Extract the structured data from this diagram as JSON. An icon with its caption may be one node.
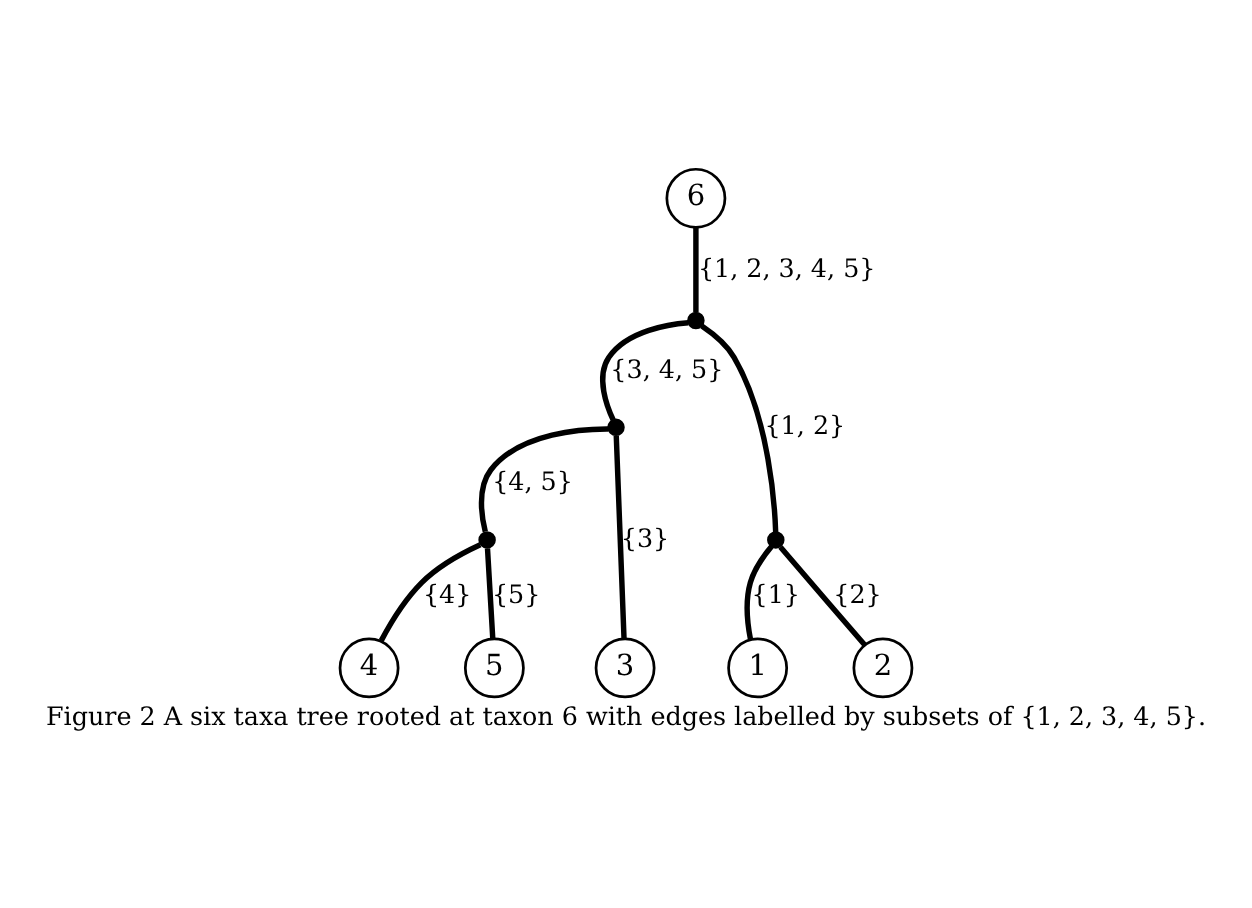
{
  "diagram": {
    "caption": "Figure 2 A six taxa tree rooted at taxon 6 with edges labelled by subsets of {1, 2, 3, 4, 5}.",
    "nodes": [
      {
        "text": [
          "6"
        ]
      },
      {
        "text": [],
        "shape": "dot"
      },
      {
        "text": [],
        "shape": "dot"
      },
      {
        "text": [],
        "shape": "dot"
      },
      {
        "text": [],
        "shape": "dot"
      },
      {
        "text": [
          "1"
        ]
      },
      {
        "text": [
          "2"
        ]
      },
      {
        "text": [
          "3"
        ]
      },
      {
        "text": [
          "4"
        ]
      },
      {
        "text": [
          "5"
        ]
      }
    ],
    "edges": [
      {
        "from": 0,
        "to": 1,
        "arrow": "none",
        "label": "{1, 2, 3, 4, 5}"
      },
      {
        "from": 1,
        "to": 3,
        "arrow": "none",
        "label": "{1, 2}"
      },
      {
        "from": 1,
        "to": 2,
        "arrow": "none",
        "label": "{3, 4, 5}"
      },
      {
        "from": 3,
        "to": 5,
        "arrow": "none",
        "label": "{1}"
      },
      {
        "from": 3,
        "to": 6,
        "arrow": "none",
        "label": "{2}"
      },
      {
        "from": 2,
        "to": 7,
        "arrow": "none",
        "label": "{3}"
      },
      {
        "from": 2,
        "to": 4,
        "arrow": "none",
        "label": "{4, 5}"
      },
      {
        "from": 4,
        "to": 8,
        "arrow": "none",
        "label": "{4}"
      },
      {
        "from": 4,
        "to": 9,
        "arrow": "none",
        "label": "{5}"
      }
    ]
  }
}
